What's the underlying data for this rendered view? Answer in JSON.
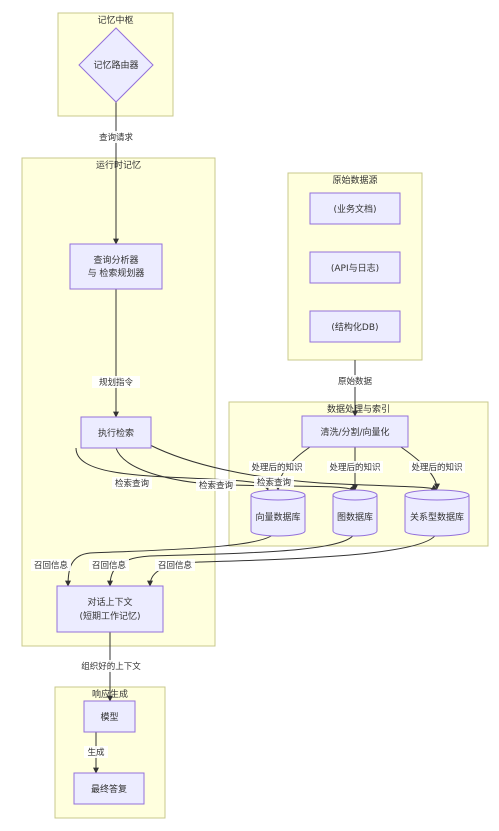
{
  "clusters": {
    "memory_hub": "记忆中枢",
    "runtime_memory": "运行时记忆",
    "raw_sources": "原始数据源",
    "processing": "数据处理与索引",
    "generation": "响应生成"
  },
  "nodes": {
    "router": "记忆路由器",
    "analyzer_line1": "查询分析器",
    "analyzer_line2": "与 检索规划器",
    "executor": "执行检索",
    "context_line1": "对话上下文",
    "context_line2": "(短期工作记忆)",
    "docs": "(业务文档)",
    "api_logs": "(API与日志)",
    "structured_db": "(结构化DB)",
    "clean": "清洗/分割/向量化",
    "vector_db": "向量数据库",
    "graph_db": "图数据库",
    "relational_db": "关系型数据库",
    "model": "模型",
    "final_answer": "最终答复"
  },
  "edges": {
    "query_request": "查询请求",
    "plan_instruction": "规划指令",
    "retrieve_query_1": "检索查询",
    "retrieve_query_2": "检索查询",
    "retrieve_query_3": "检索查询",
    "raw_data": "原始数据",
    "processed_1": "处理后的知识",
    "processed_2": "处理后的知识",
    "processed_3": "处理后的知识",
    "recall_1": "召回信息",
    "recall_2": "召回信息",
    "recall_3": "召回信息",
    "organized_context": "组织好的上下文",
    "generate": "生成"
  }
}
